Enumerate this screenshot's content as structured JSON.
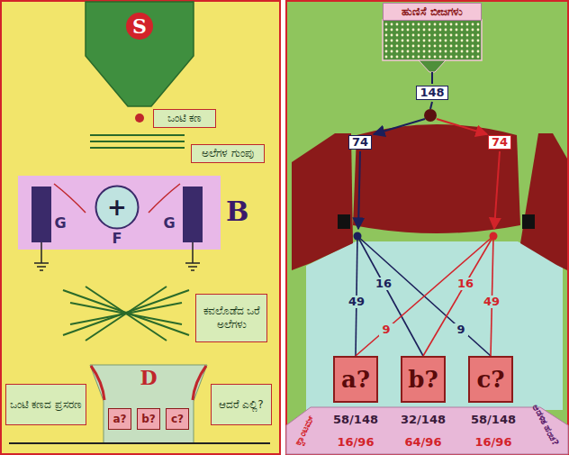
{
  "diagram": {
    "nodes": [
      {
        "text": [
          "S"
        ]
      },
      {
        "text": [
          "ಒಂಟಿ ಕಣ"
        ]
      },
      {
        "text": [
          "ಅಲೆಗಳ ಗುಂಪು"
        ]
      },
      {
        "text": [
          "B"
        ]
      },
      {
        "text": [
          "+",
          "F"
        ],
        "in": 3
      },
      {
        "text": [
          "ಕವಲೊಡೆದ ಒರೆ ಅಲೆಗಳು"
        ]
      },
      {
        "text": [
          "D"
        ]
      },
      {
        "text": [
          "a?"
        ],
        "in": 6
      },
      {
        "text": [
          "b?"
        ],
        "in": 6
      },
      {
        "text": [
          "c?"
        ],
        "in": 6
      },
      {
        "text": [
          "ಒಂಟಿ ಕಣದ ಪ್ರಸರಣ"
        ]
      },
      {
        "text": [
          "ಆದರೆ ಎಲ್ಲಿ?"
        ]
      },
      {
        "text": [
          "ಹುಣಿಸೆ ಬೀಜಗಳು"
        ]
      },
      {
        "text": [
          "a?"
        ]
      },
      {
        "text": [
          "b?"
        ]
      },
      {
        "text": [
          "c?"
        ]
      }
    ],
    "labels": [
      "G",
      "G",
      "148",
      "74",
      "74",
      "49",
      "16",
      "16",
      "49",
      "9",
      "9",
      "ಕ್ವಾಂಟಮ್",
      "58/148",
      "32/148",
      "58/148",
      "ಆಡಳಿತ ಹಂಚ?",
      "16/96",
      "64/96",
      "16/96"
    ]
  }
}
